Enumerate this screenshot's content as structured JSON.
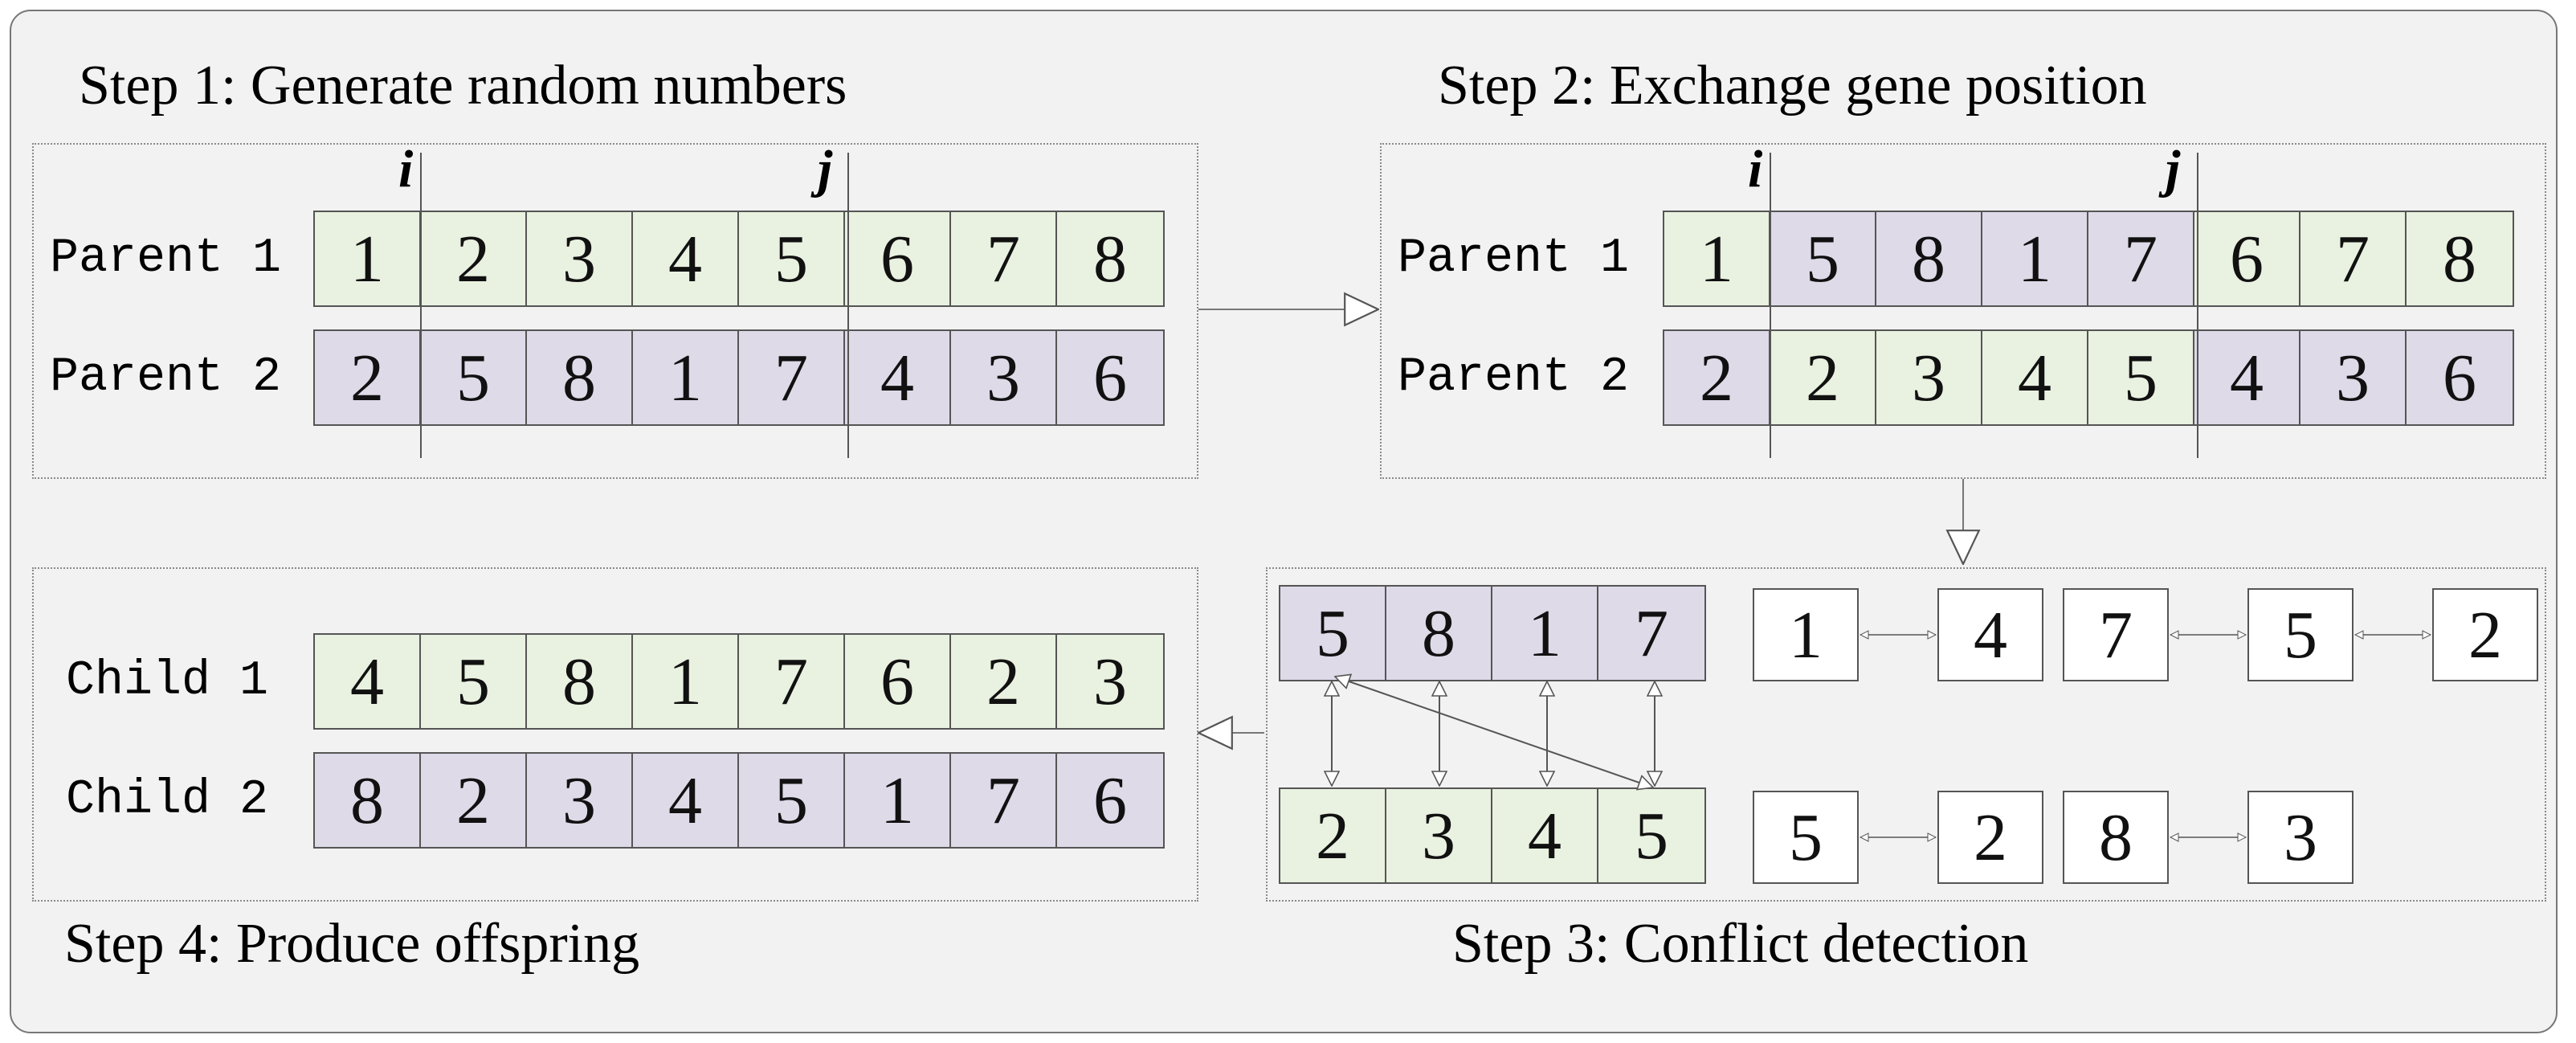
{
  "steps": {
    "step1": "Step 1: Generate random numbers",
    "step2": "Step 2: Exchange gene position",
    "step3": "Step 3: Conflict detection",
    "step4": "Step 4: Produce offspring"
  },
  "markers": {
    "i": "i",
    "j": "j"
  },
  "labels": {
    "parent1": "Parent 1",
    "parent2": "Parent 2",
    "child1": "Child 1",
    "child2": "Child 2"
  },
  "step1": {
    "parent1": [
      "1",
      "2",
      "3",
      "4",
      "5",
      "6",
      "7",
      "8"
    ],
    "parent2": [
      "2",
      "5",
      "8",
      "1",
      "7",
      "4",
      "3",
      "6"
    ]
  },
  "step2": {
    "parent1": [
      "1",
      "5",
      "8",
      "1",
      "7",
      "6",
      "7",
      "8"
    ],
    "parent2": [
      "2",
      "2",
      "3",
      "4",
      "5",
      "4",
      "3",
      "6"
    ]
  },
  "step3": {
    "top": [
      "5",
      "8",
      "1",
      "7"
    ],
    "bottom": [
      "2",
      "3",
      "4",
      "5"
    ],
    "chain1": [
      "1",
      "4"
    ],
    "chain2": [
      "7",
      "5",
      "2"
    ],
    "chain3": [
      "5",
      "2"
    ],
    "chain4": [
      "8",
      "3"
    ]
  },
  "step4": {
    "child1": [
      "4",
      "5",
      "8",
      "1",
      "7",
      "6",
      "2",
      "3"
    ],
    "child2": [
      "8",
      "2",
      "3",
      "4",
      "5",
      "1",
      "7",
      "6"
    ]
  },
  "colors": {
    "green": "#e9f1e0",
    "purple": "#dedae8",
    "background": "#f2f2f2"
  }
}
